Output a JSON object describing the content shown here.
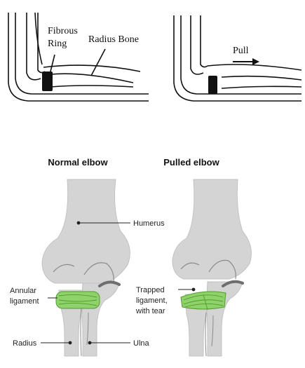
{
  "top_left": {
    "label_fibrous_line1": "Fibrous",
    "label_fibrous_line2": "Ring",
    "label_radius_bone": "Radius Bone"
  },
  "top_right": {
    "label_pull": "Pull"
  },
  "bottom": {
    "heading_normal": "Normal elbow",
    "heading_pulled": "Pulled elbow",
    "label_humerus": "Humerus",
    "label_annular_line1": "Annular",
    "label_annular_line2": "ligament",
    "label_radius": "Radius",
    "label_ulna": "Ulna",
    "label_trapped_line1": "Trapped",
    "label_trapped_line2": "ligament,",
    "label_trapped_line3": "with tear"
  },
  "colors": {
    "bone": "#d4d4d4",
    "bone_outline": "#8a8a8a",
    "cartilage": "#6e6e6e",
    "ligament": "#8fd16a",
    "ligament_stroke": "#4f9d2a",
    "ink": "#111111"
  }
}
